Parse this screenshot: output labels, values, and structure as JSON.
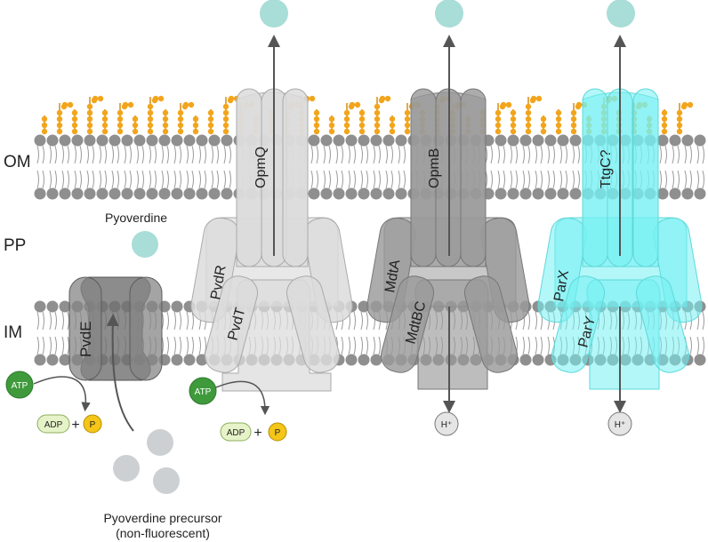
{
  "layers": {
    "om": "OM",
    "pp": "PP",
    "im": "IM"
  },
  "pyoverdine_label": "Pyoverdine",
  "precursor_label_line1": "Pyoverdine precursor",
  "precursor_label_line2": "(non-fluorescent)",
  "proteins": {
    "pvde": "PvdE",
    "opmq": "OpmQ",
    "pvdr": "PvdR",
    "pvdt": "PvdT",
    "opmb": "OpmB",
    "mdta": "MdtA",
    "mdtbc": "MdtBC",
    "ttgc": "TtgC?",
    "parx": "ParX",
    "pary": "ParY"
  },
  "atp1": "ATP",
  "adp1": "ADP",
  "plus1": "+",
  "p1": "P",
  "atp2": "ATP",
  "adp2": "ADP",
  "plus2": "+",
  "p2": "P",
  "proton1": "H⁺",
  "proton2": "H⁺",
  "colors": {
    "lipid_head": "#8f8f8f",
    "lps_sugar": "#f2a51c",
    "pyoverdine": "#a8ddd8",
    "precursor": "#cdd0d3",
    "atp": "#3f9a3c",
    "adp": "#e6f3c9",
    "phosphate": "#f5c518",
    "light_pump": "#dcdcdc",
    "mid_pump": "#9a9a9a",
    "dark_pump": "#6f6f6f",
    "cyan_pump": "#74f0f2"
  }
}
